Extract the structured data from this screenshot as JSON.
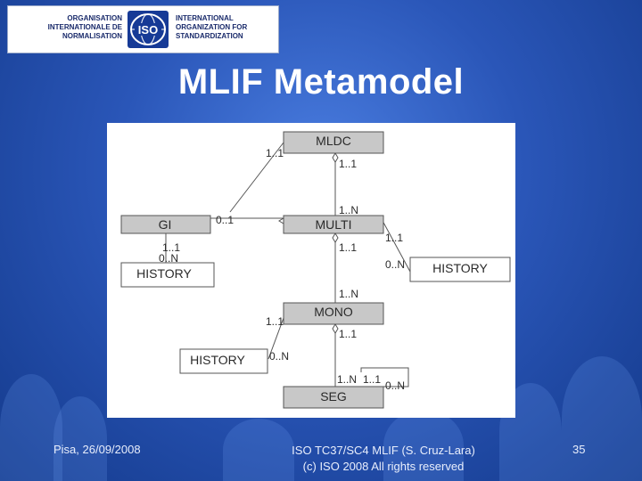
{
  "header": {
    "org_left": "ORGANISATION\nINTERNATIONALE DE\nNORMALISATION",
    "org_right": "INTERNATIONAL\nORGANIZATION FOR\nSTANDARDIZATION",
    "logo_mark": "ISO"
  },
  "title": "MLIF Metamodel",
  "diagram": {
    "classes": {
      "mldc": "MLDC",
      "gi": "GI",
      "multi": "MULTI",
      "history_left": "HISTORY",
      "history_right": "HISTORY",
      "mono": "MONO",
      "history_bottom": "HISTORY",
      "seg": "SEG"
    },
    "multiplicities": {
      "mldc_gi_top": "1..1",
      "mldc_multi_below": "1..1",
      "multi_above": "1..N",
      "gi_multi": "0..1",
      "gi_below": "1..1",
      "gi_history": "0..N",
      "multi_right_history": "1..1",
      "multi_below": "1..1",
      "history_right_end": "0..N",
      "mono_above": "1..N",
      "mono_history_left": "1..1",
      "mono_below": "1..1",
      "history_bottom_end": "0..N",
      "seg_above": "1..N",
      "seg_self_start": "1..1",
      "seg_self_end": "0..N"
    }
  },
  "footer": {
    "left": "Pisa, 26/09/2008",
    "center_line1": "ISO TC37/SC4 MLIF (S. Cruz-Lara)",
    "center_line2": "(c) ISO 2008 All rights reserved",
    "page": "35"
  }
}
